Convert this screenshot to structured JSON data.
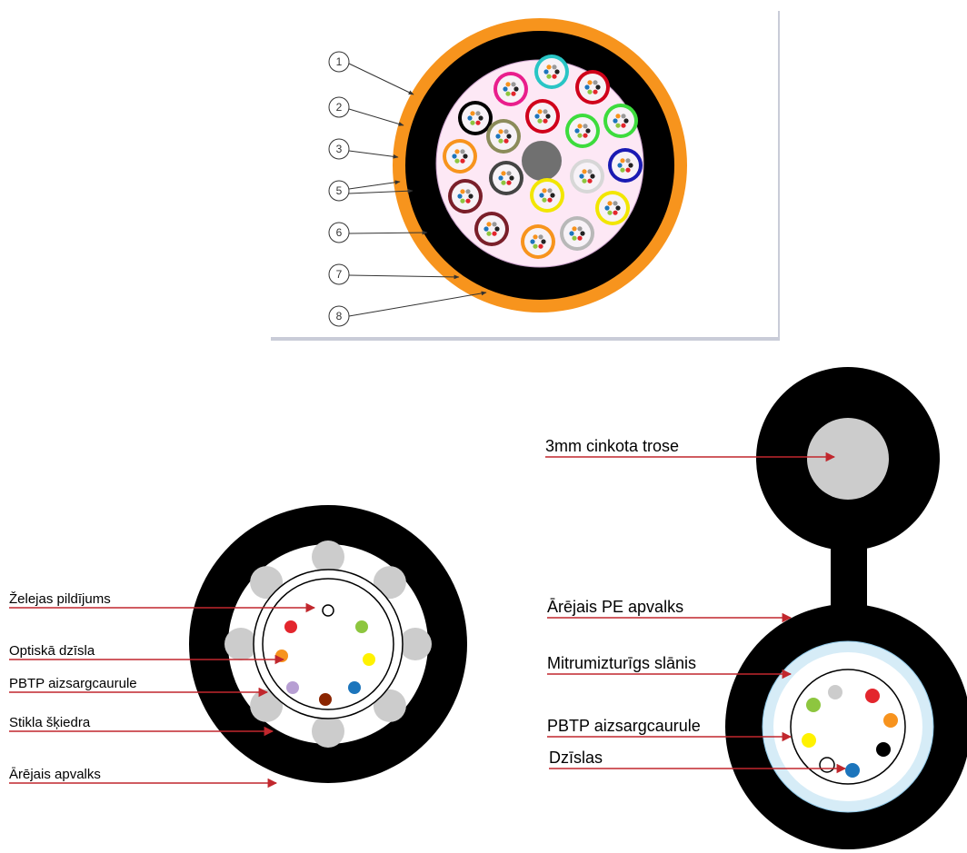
{
  "top_figure": {
    "callouts": [
      "1",
      "2",
      "3",
      "5",
      "6",
      "7",
      "8"
    ]
  },
  "left_cable": {
    "labels": {
      "gel_fill": "Želejas pildījums",
      "optical_core": "Optiskā dzīsla",
      "pbtp_tube": "PBTP aizsargcaurule",
      "glass_fiber": "Stikla šķiedra",
      "outer_sheath": "Ārējais apvalks"
    },
    "fiber_colors": [
      "#e3262d",
      "#8dc63f",
      "#f7931e",
      "#fff200",
      "#b79fd3",
      "#8b2500",
      "#1c75bc"
    ]
  },
  "right_cable": {
    "labels": {
      "messenger": "3mm cinkota trose",
      "outer_pe": "Ārējais PE apvalks",
      "moisture_layer": "Mitrumizturīgs slānis",
      "pbtp_tube": "PBTP aizsargcaurule",
      "cores": "Dzīslas"
    },
    "fiber_colors": [
      "#cccccc",
      "#e3262d",
      "#f7931e",
      "#8dc63f",
      "#fff200",
      "#000000",
      "#ffffff",
      "#1c75bc"
    ]
  },
  "colors": {
    "arrow": "#c1272d",
    "jacket": "#000000",
    "orange_sheath": "#f7941d",
    "strength_grey": "#cccccc",
    "moisture_blue": "#d6ecf7"
  }
}
